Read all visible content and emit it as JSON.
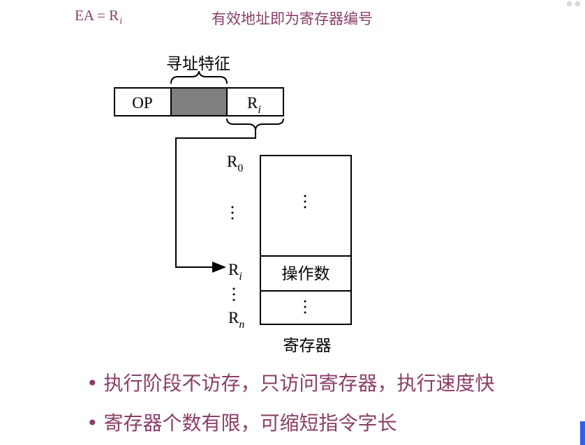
{
  "header": {
    "formula_main": "EA = R",
    "formula_sub": "i",
    "description": "有效地址即为寄存器编号"
  },
  "instruction": {
    "bracket_label": "寻址特征",
    "op_label": "OP",
    "reg_field_main": "R",
    "reg_field_sub": "i"
  },
  "registers": {
    "r0_main": "R",
    "r0_sub": "0",
    "ri_main": "R",
    "ri_sub": "i",
    "rn_main": "R",
    "rn_sub": "n",
    "operand_label": "操作数",
    "file_label": "寄存器"
  },
  "bullets": [
    "执行阶段不访存，只访问寄存器，执行速度快",
    "寄存器个数有限，可缩短指令字长"
  ],
  "colors": {
    "accent": "#8a3e68",
    "shaded_field": "#808080",
    "corner_mark": "#2f63e6"
  }
}
